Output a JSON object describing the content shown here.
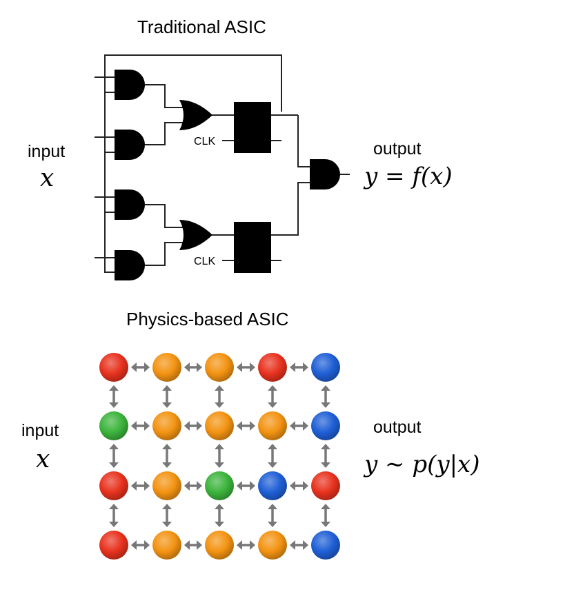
{
  "traditional": {
    "title": "Traditional ASIC",
    "input_label": "input",
    "input_var": "x",
    "output_label": "output",
    "output_expr": {
      "lhs": "y",
      "op": "=",
      "rhs": "f(x)"
    },
    "clk_labels": [
      "CLK",
      "CLK"
    ],
    "components": {
      "and_gates": 5,
      "or_gates": 2,
      "flip_flops": 2
    }
  },
  "physics": {
    "title": "Physics-based ASIC",
    "input_label": "input",
    "input_var": "x",
    "output_label": "output",
    "output_expr": {
      "lhs": "y",
      "op": "∼",
      "rhs": "p(y|x)"
    },
    "colors": {
      "red": "#e8321e",
      "orange": "#f39312",
      "green": "#3cb43c",
      "blue": "#1f5fd6",
      "arrow": "#777777"
    },
    "grid": [
      [
        "red",
        "orange",
        "orange",
        "red",
        "blue"
      ],
      [
        "green",
        "orange",
        "orange",
        "orange",
        "blue"
      ],
      [
        "red",
        "orange",
        "green",
        "blue",
        "red"
      ],
      [
        "red",
        "orange",
        "orange",
        "orange",
        "blue"
      ]
    ]
  }
}
